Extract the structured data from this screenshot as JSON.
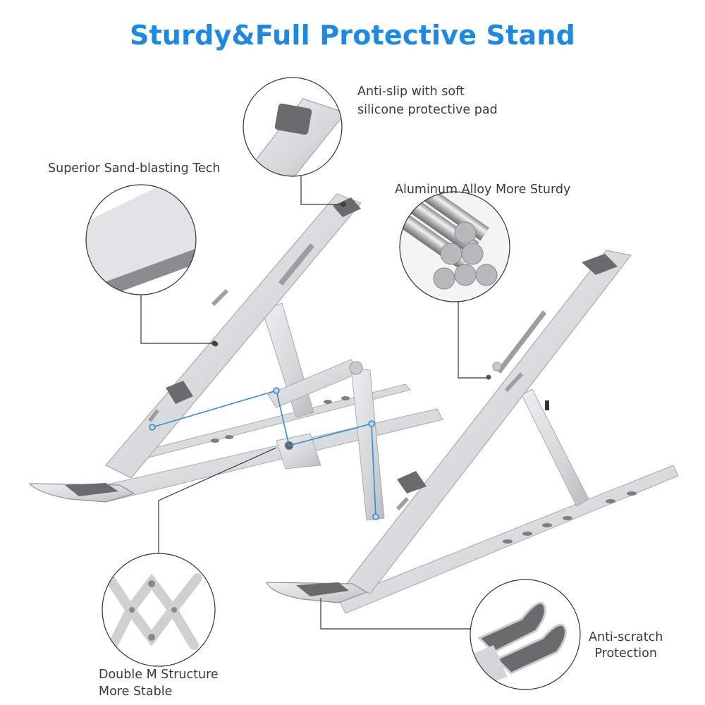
{
  "title": "Sturdy&Full Protective Stand",
  "colors": {
    "title": "#1a8ae6",
    "label_text": "#3a3a3a",
    "aluminum": "#d9dadc",
    "aluminum_shadow": "#a9abae",
    "pad": "#6a6b6d",
    "callout_line": "#333333",
    "highlight_line": "#2a8fd6"
  },
  "callouts": [
    {
      "id": "anti-slip",
      "line1": "Anti-slip with soft",
      "line2": "silicone protective pad",
      "icon": "silicone-pad-detail-icon"
    },
    {
      "id": "sand-blasting",
      "line1": "Superior Sand-blasting Tech",
      "icon": "sandblasted-surface-detail-icon"
    },
    {
      "id": "aluminum",
      "line1": "Aluminum Alloy More Sturdy",
      "icon": "aluminum-rods-detail-icon"
    },
    {
      "id": "double-m",
      "line1": "Double M Structure",
      "line2": "More Stable",
      "icon": "double-m-hinge-detail-icon"
    },
    {
      "id": "anti-scratch",
      "line1": "Anti-scratch",
      "line2": "Protection",
      "icon": "anti-scratch-hook-detail-icon"
    }
  ],
  "product": {
    "name": "laptop-stand",
    "pads": 6
  }
}
